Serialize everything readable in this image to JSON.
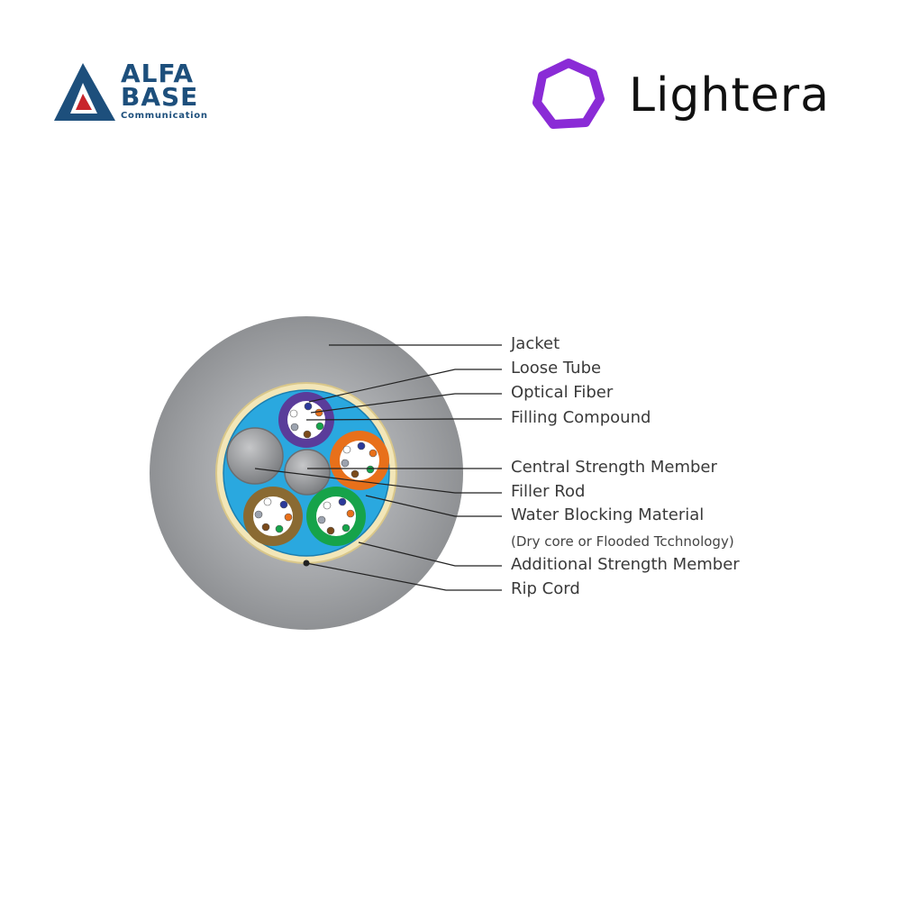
{
  "logos": {
    "alfa": {
      "line1": "ALFA",
      "line2": "BASE",
      "line3": "Communication",
      "icon": "alfa-triangle-logo"
    },
    "lightera": {
      "wordmark": "Lightera",
      "icon": "lightera-heptagon-logo"
    }
  },
  "colors": {
    "alfa_blue": "#1d4f7c",
    "alfa_red": "#c8252c",
    "lightera_purple": "#8a2bd6",
    "jacket": "#a6a8ab",
    "water_blocking": "#2aa8df",
    "strength_ring": "#f2e6b8",
    "tubes": [
      "#5a3c9a",
      "#e8701a",
      "#16a34a",
      "#8a6a32"
    ],
    "fiber_colors": [
      "#2b3a9a",
      "#e8701a",
      "#16a34a",
      "#7a4a1a",
      "#9ca3af",
      "#ffffff"
    ]
  },
  "callouts": [
    {
      "id": "jacket",
      "label": "Jacket"
    },
    {
      "id": "loose-tube",
      "label": "Loose Tube"
    },
    {
      "id": "optical-fiber",
      "label": "Optical Fiber"
    },
    {
      "id": "filling-compound",
      "label": "Filling Compound"
    },
    {
      "id": "central-strength-member",
      "label": "Central Strength Member"
    },
    {
      "id": "filler-rod",
      "label": "Filler Rod"
    },
    {
      "id": "water-blocking-material",
      "label": "Water Blocking Material"
    },
    {
      "id": "technology-note",
      "label": "(Dry core or Flooded Tcchnology)"
    },
    {
      "id": "additional-strength-member",
      "label": "Additional Strength Member"
    },
    {
      "id": "rip-cord",
      "label": "Rip Cord"
    }
  ]
}
